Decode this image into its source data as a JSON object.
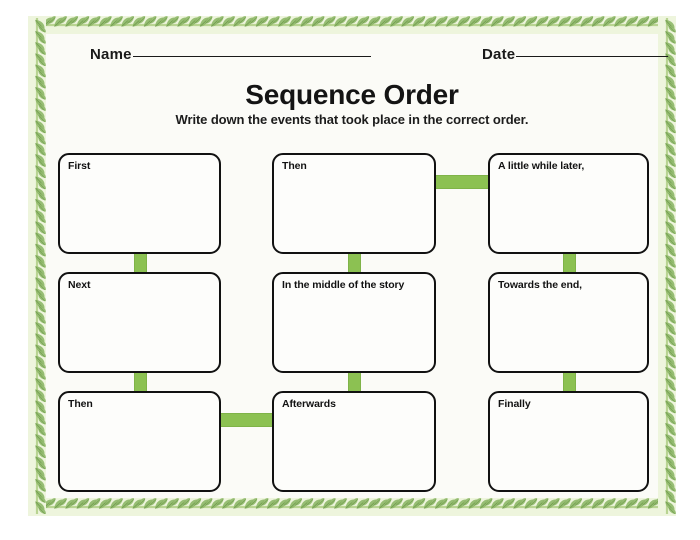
{
  "worksheet": {
    "title": "SEQUENCE ORDER",
    "title_display": "Sequence Order",
    "subtitle": "Write down the events that took place in the correct order.",
    "name_label": "Name",
    "date_label": "Date",
    "border_style": "leaf-vine",
    "accent_color": "#8cc152",
    "border_color": "#111111",
    "paper_color": "#fbfbf7"
  },
  "boxes": [
    {
      "id": "first",
      "label": "First",
      "column": 1,
      "row": 1
    },
    {
      "id": "then-top",
      "label": "Then",
      "column": 2,
      "row": 1
    },
    {
      "id": "little-while",
      "label": "A little while later,",
      "column": 3,
      "row": 1
    },
    {
      "id": "next",
      "label": "Next",
      "column": 1,
      "row": 2
    },
    {
      "id": "middle",
      "label": "In the middle of the story",
      "column": 2,
      "row": 2
    },
    {
      "id": "towards-end",
      "label": "Towards the end,",
      "column": 3,
      "row": 2
    },
    {
      "id": "then-bottom",
      "label": "Then",
      "column": 1,
      "row": 3
    },
    {
      "id": "afterwards",
      "label": "Afterwards",
      "column": 2,
      "row": 3
    },
    {
      "id": "finally",
      "label": "Finally",
      "column": 3,
      "row": 3
    }
  ],
  "connectors": [
    {
      "id": "c1",
      "from": "then-top",
      "to": "little-while",
      "orientation": "horizontal"
    },
    {
      "id": "c2",
      "from": "first",
      "to": "next",
      "orientation": "vertical"
    },
    {
      "id": "c3",
      "from": "then-top",
      "to": "middle",
      "orientation": "vertical"
    },
    {
      "id": "c4",
      "from": "little-while",
      "to": "towards-end",
      "orientation": "vertical"
    },
    {
      "id": "c5",
      "from": "next",
      "to": "then-bottom",
      "orientation": "vertical"
    },
    {
      "id": "c6",
      "from": "middle",
      "to": "afterwards",
      "orientation": "vertical"
    },
    {
      "id": "c7",
      "from": "towards-end",
      "to": "finally",
      "orientation": "vertical"
    },
    {
      "id": "c8",
      "from": "then-bottom",
      "to": "afterwards",
      "orientation": "horizontal"
    }
  ]
}
